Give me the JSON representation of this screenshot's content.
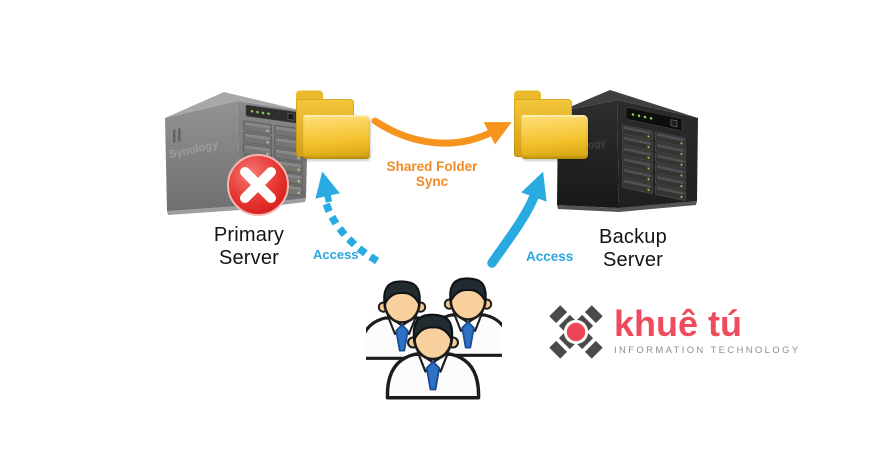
{
  "diagram": {
    "nodes": {
      "primary_server": {
        "label": "Primary Server",
        "brand": "Synology",
        "status": "error",
        "body_color": "#7D7D7D",
        "error_badge_color": "#DD2222"
      },
      "backup_server": {
        "label": "Backup Server",
        "brand": "Synology",
        "body_color": "#2B2B2B"
      },
      "users": {
        "icon": "users-icon",
        "count": 3
      }
    },
    "edges": {
      "sync": {
        "label": "Shared Folder Sync",
        "from": "primary_server",
        "to": "backup_server",
        "style": "solid-curved-arrow",
        "color": "#F7941E"
      },
      "access_primary": {
        "label": "Access",
        "from": "users",
        "to": "primary_server",
        "style": "dashed-curved-arrow",
        "color": "#29ABE2"
      },
      "access_backup": {
        "label": "Access",
        "from": "users",
        "to": "backup_server",
        "style": "solid-curved-arrow",
        "color": "#29ABE2"
      }
    },
    "icons": {
      "shared_folder": "folder-icon",
      "error": "error-x-icon",
      "users": "users-icon"
    },
    "folder_color": "#F2BE2A"
  },
  "logo": {
    "name": "khuê tú",
    "tagline": "INFORMATION TECHNOLOGY",
    "mark": "pinwheel-x-icon",
    "name_color": "#EE4B5F",
    "tagline_color": "#8F8F8F",
    "mark_color": "#4A4A4A",
    "mark_center_color": "#EE4656"
  }
}
